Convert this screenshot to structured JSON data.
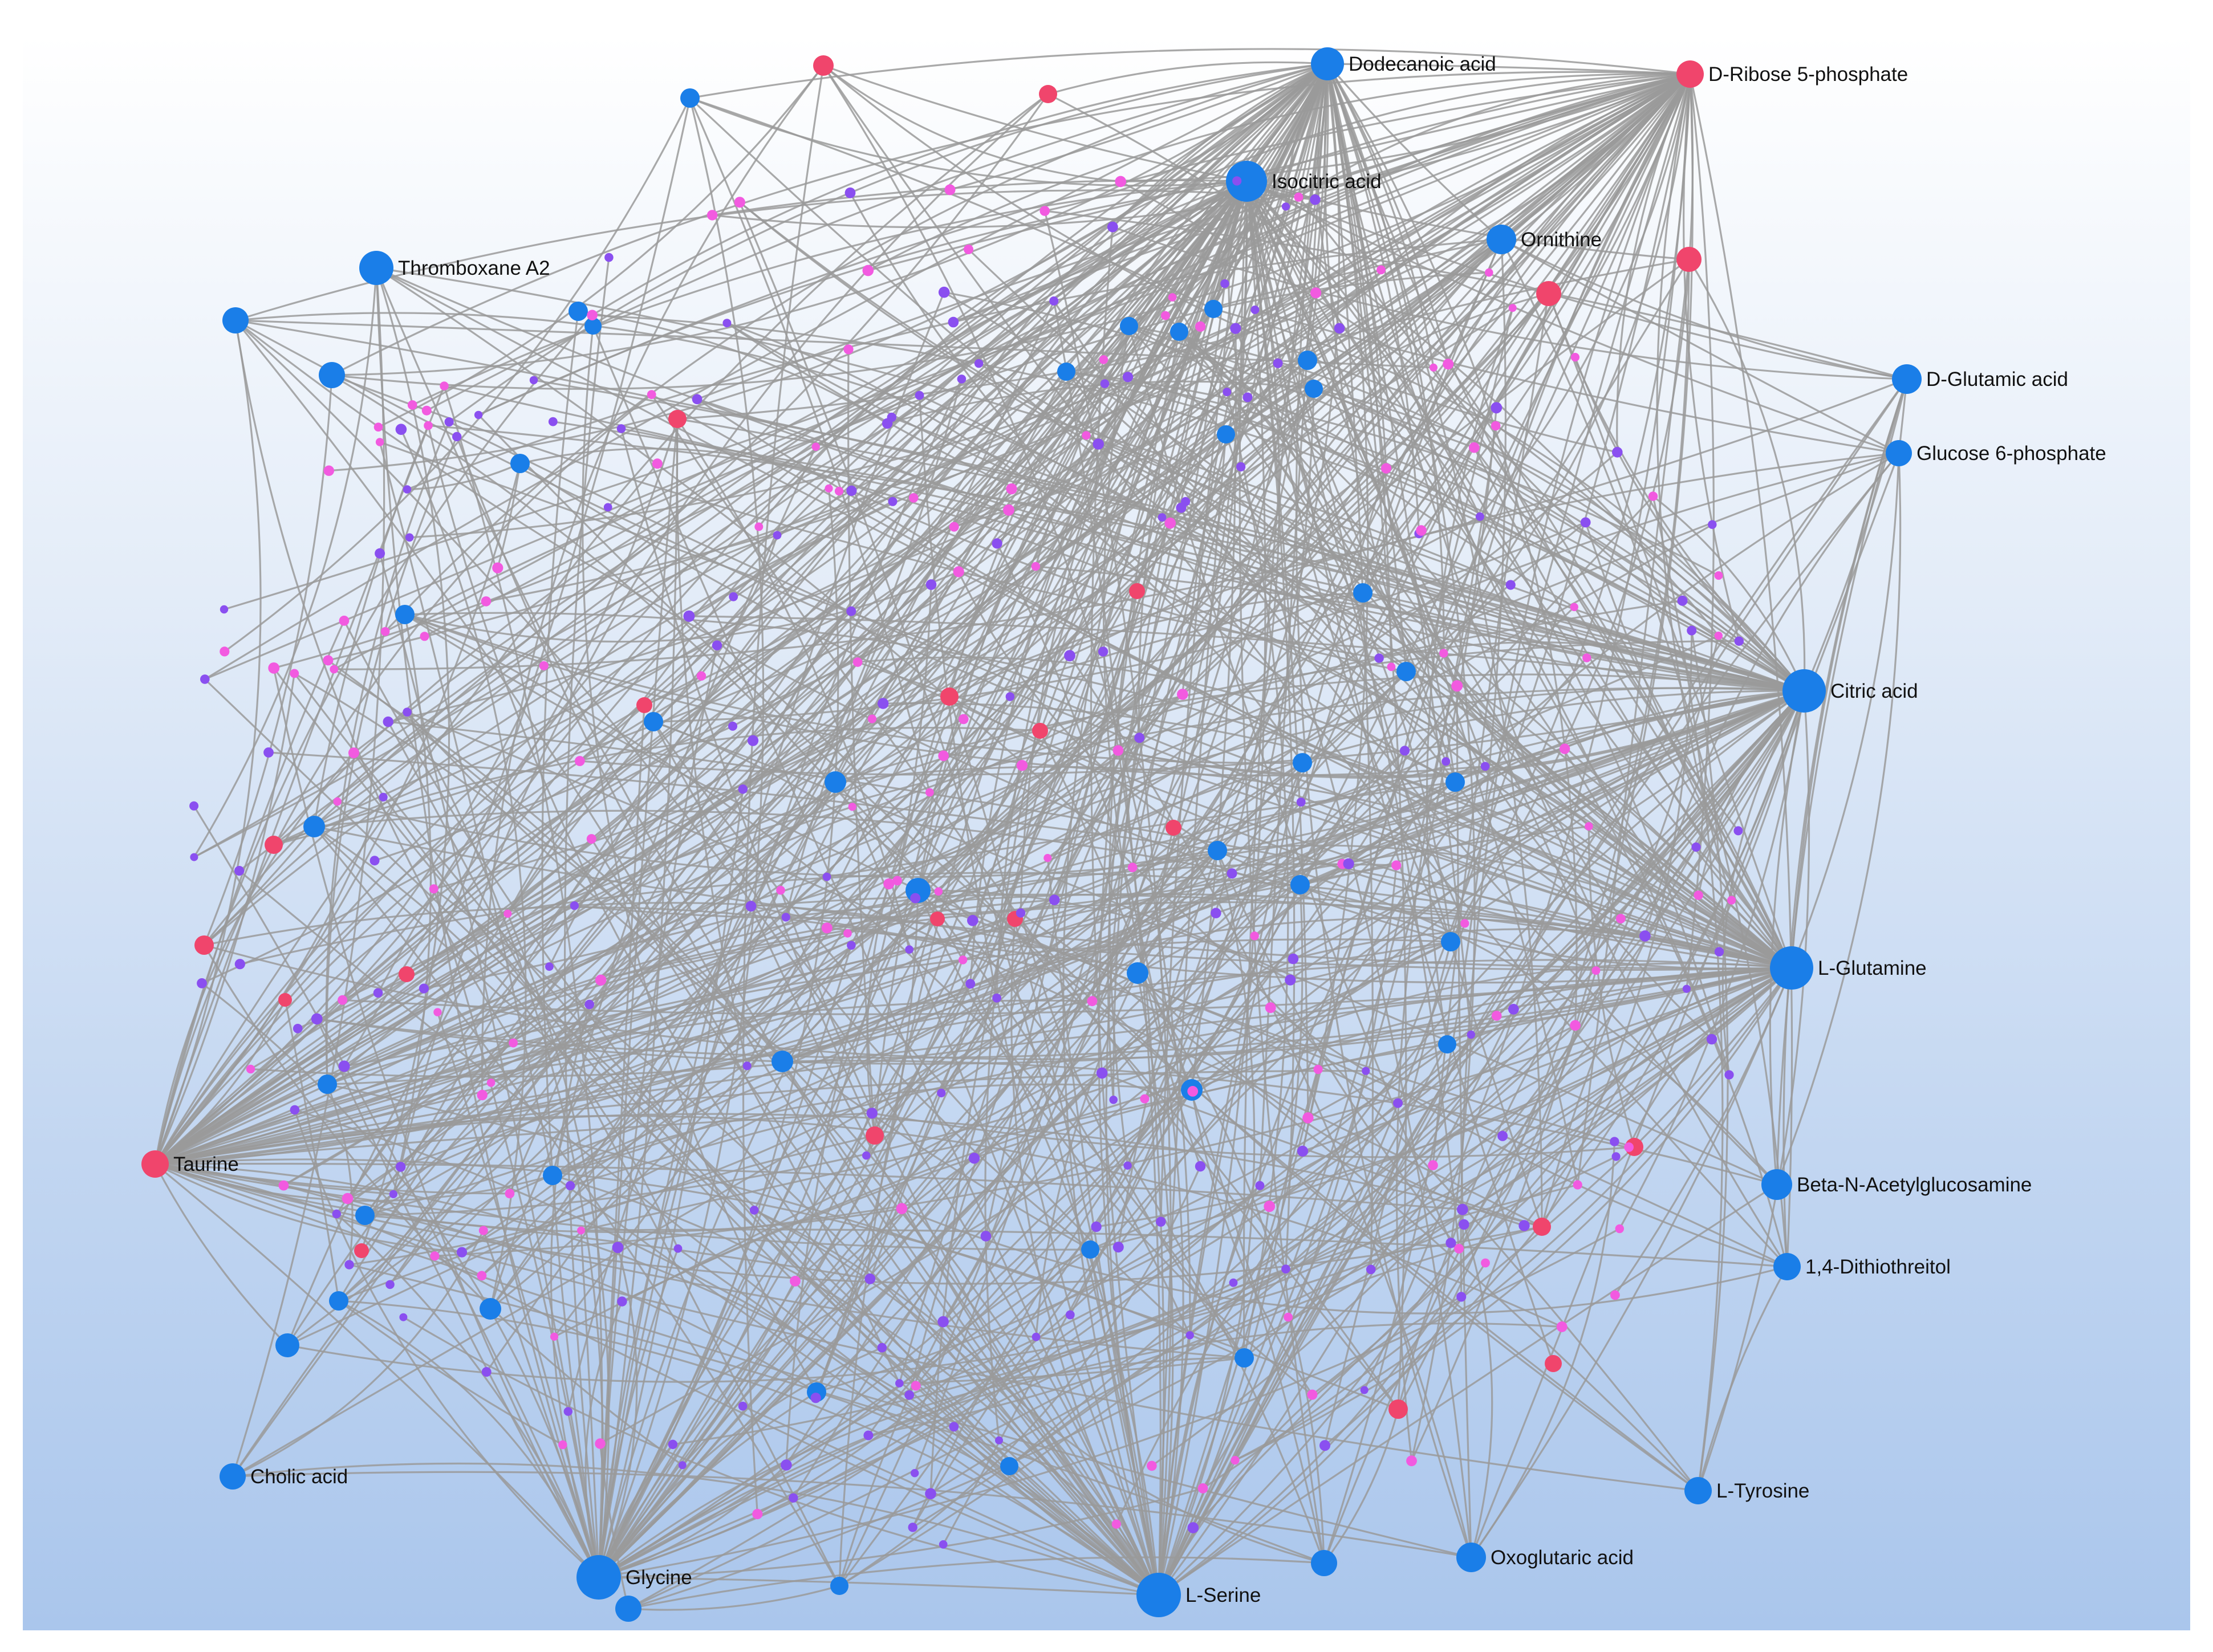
{
  "colors": {
    "background_top": "#ffffff",
    "background_bottom": "#aac6ec",
    "edge": "#9a9a9a",
    "node_blue": "#1a7ee8",
    "node_red": "#f0456c",
    "node_magenta": "#f25ae0",
    "node_purple": "#8a4ff0",
    "label": "#111111"
  },
  "labeled_nodes": [
    {
      "id": "dodecanoic",
      "label": "Dodecanoic acid",
      "color": "blue"
    },
    {
      "id": "ribose5p",
      "label": "D-Ribose 5-phosphate",
      "color": "red"
    },
    {
      "id": "isocitric",
      "label": "Isocitric acid",
      "color": "blue"
    },
    {
      "id": "ornithine",
      "label": "Ornithine",
      "color": "blue"
    },
    {
      "id": "thromboxane",
      "label": "Thromboxane A2",
      "color": "blue"
    },
    {
      "id": "dglutamic",
      "label": "D-Glutamic acid",
      "color": "blue"
    },
    {
      "id": "glucose6p",
      "label": "Glucose 6-phosphate",
      "color": "blue"
    },
    {
      "id": "citric",
      "label": "Citric acid",
      "color": "blue"
    },
    {
      "id": "glutamine",
      "label": "L-Glutamine",
      "color": "blue"
    },
    {
      "id": "taurine",
      "label": "Taurine",
      "color": "red"
    },
    {
      "id": "betanacetyl",
      "label": "Beta-N-Acetylglucosamine",
      "color": "blue"
    },
    {
      "id": "dithiothreitol",
      "label": "1,4-Dithiothreitol",
      "color": "blue"
    },
    {
      "id": "cholic",
      "label": "Cholic acid",
      "color": "blue"
    },
    {
      "id": "tyrosine",
      "label": "L-Tyrosine",
      "color": "blue"
    },
    {
      "id": "oxoglutaric",
      "label": "Oxoglutaric acid",
      "color": "blue"
    },
    {
      "id": "glycine",
      "label": "Glycine",
      "color": "blue"
    },
    {
      "id": "serine",
      "label": "L-Serine",
      "color": "blue"
    }
  ]
}
